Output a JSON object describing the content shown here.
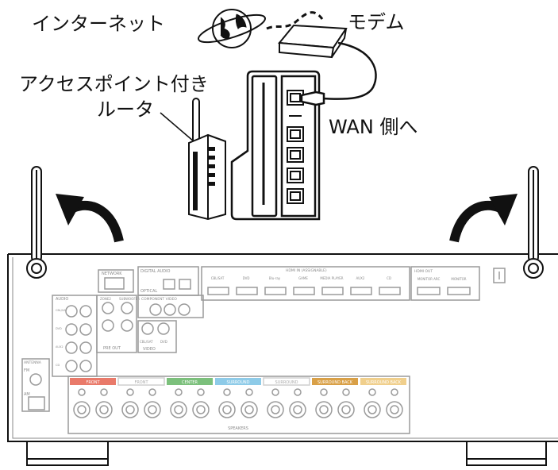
{
  "labels": {
    "internet": "インターネット",
    "modem": "モデム",
    "router_line1": "アクセスポイント付き",
    "router_line2": "ルータ",
    "wan": "WAN 側へ"
  },
  "panel": {
    "network": "NETWORK",
    "digital_audio": "DIGITAL AUDIO",
    "optical": "OPTICAL",
    "hdmi_in": "HDMI IN (ASSIGNABLE)",
    "hdmi_out": "HDMI OUT",
    "hdmi_inputs": [
      "CBL/SAT",
      "DVD",
      "Blu-ray",
      "GAME",
      "MEDIA PLAYER",
      "AUX2",
      "CD"
    ],
    "hdmi_outputs": [
      "MONITOR ARC",
      "MONITOR"
    ],
    "audio": "AUDIO",
    "audio_inputs": [
      "CBL/SAT",
      "DVD",
      "AUX2",
      "CD"
    ],
    "zone2": "ZONE2",
    "subwoofer": "SUBWOOFER",
    "pre_out": "PRE OUT",
    "component_video": "COMPONENT VIDEO",
    "video": "VIDEO",
    "video_inputs": [
      "CBL/SAT",
      "DVD"
    ],
    "antenna": "ANTENNA",
    "fm": "FM",
    "am": "AM",
    "speaker_groups": [
      {
        "name": "FRONT",
        "color": "#e97a6a"
      },
      {
        "name": "FRONT",
        "color": "#ffffff"
      },
      {
        "name": "CENTER",
        "color": "#7cc07c"
      },
      {
        "name": "SURROUND",
        "color": "#8ecbe8"
      },
      {
        "name": "SURROUND",
        "color": "#ffffff"
      },
      {
        "name": "SURROUND BACK",
        "color": "#d9a047"
      },
      {
        "name": "SURROUND BACK",
        "color": "#f0cf8c"
      }
    ],
    "speakers": "SPEAKERS"
  },
  "colors": {
    "panel_line": "#9a9a9a",
    "ink": "#111111"
  }
}
